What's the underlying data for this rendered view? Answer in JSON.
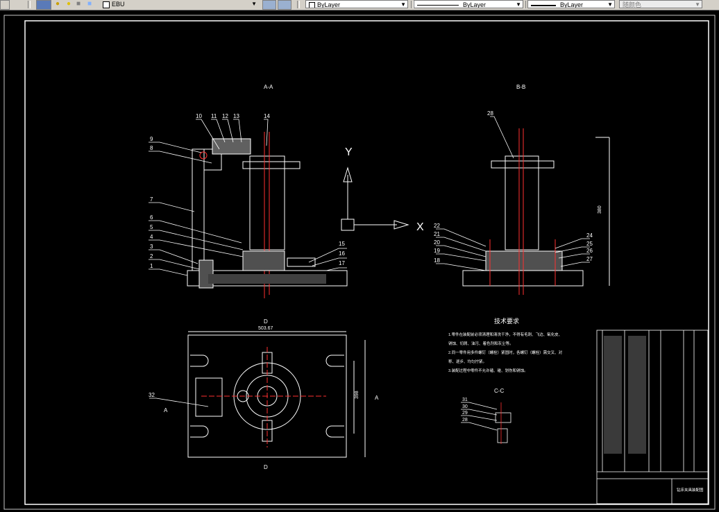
{
  "toolbar": {
    "layer_name": "EBU",
    "color_value": "ByLayer",
    "linetype_value": "ByLayer",
    "lineweight_value": "ByLayer",
    "plotstyle_value": "随颜色"
  },
  "drawing": {
    "view_labels": {
      "section_aa": "A-A",
      "section_bb": "B-B",
      "section_cc": "C-C",
      "axis_y": "Y",
      "axis_x": "X",
      "label_d_top": "D",
      "label_d_bottom": "D",
      "label_a_left": "A",
      "label_a_right": "A"
    },
    "part_numbers_left": [
      "10",
      "11",
      "12",
      "13",
      "14",
      "9",
      "8",
      "7",
      "6",
      "5",
      "4",
      "3",
      "2",
      "1",
      "15",
      "16",
      "17"
    ],
    "part_numbers_right": [
      "28",
      "22",
      "21",
      "20",
      "19",
      "18",
      "24",
      "25",
      "26",
      "27"
    ],
    "part_numbers_plan": [
      "32"
    ],
    "part_numbers_detail": [
      "31",
      "30",
      "29",
      "28"
    ],
    "tech_title": "技术要求",
    "tech_notes": [
      "1.零件在装配前必须清理和清洗干净，不得有毛刺、飞边、氧化皮、",
      "锈蚀、切屑、油污、着色剂和灰尘等。",
      "2.同一零件用多件螺钉（螺栓）紧固时，各螺钉（螺栓）需交叉、对",
      "称、逐步、均匀拧紧。",
      "3.装配过程中零件不允许磕、碰、划伤和锈蚀。"
    ],
    "title_block_name": "钻床夹具装配图",
    "dim_height": "380",
    "dim_width": "503.67",
    "dim_side": "398"
  }
}
